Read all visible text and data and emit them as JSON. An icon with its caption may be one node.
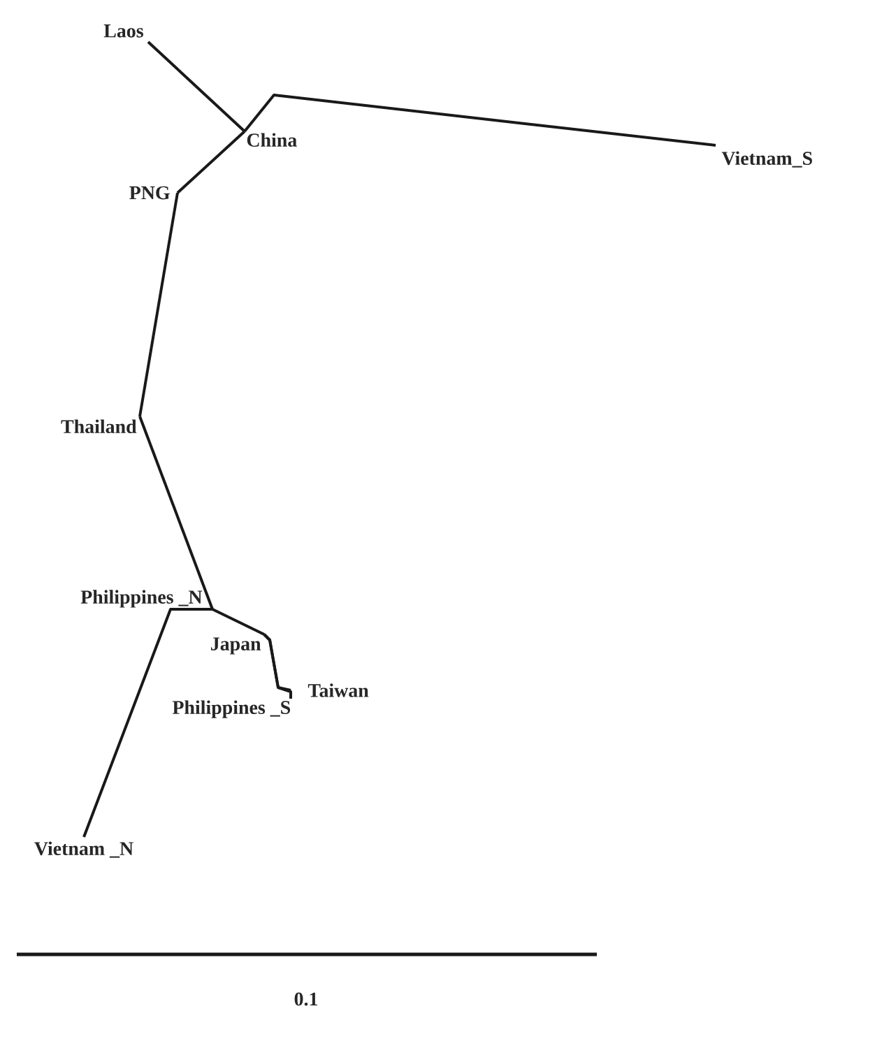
{
  "diagram": {
    "nodes": [
      {
        "text": [
          "Laos"
        ]
      },
      {
        "text": [
          "China"
        ]
      },
      {
        "text": [
          "Vietnam_S"
        ]
      },
      {
        "text": [
          "PNG"
        ]
      },
      {
        "text": [
          "Thailand"
        ]
      },
      {
        "text": [
          "Philippines _N"
        ]
      },
      {
        "text": [
          "Japan"
        ]
      },
      {
        "text": [
          "Taiwan"
        ]
      },
      {
        "text": [
          "Philippines _S"
        ]
      },
      {
        "text": [
          "Vietnam _N"
        ]
      }
    ],
    "edges": [
      {
        "from": 0,
        "to": 1,
        "arrow": "none"
      },
      {
        "from": 1,
        "to": 2,
        "arrow": "none"
      },
      {
        "from": 1,
        "to": 3,
        "arrow": "none"
      },
      {
        "from": 3,
        "to": 4,
        "arrow": "none"
      },
      {
        "from": 4,
        "to": 5,
        "arrow": "none"
      },
      {
        "from": 5,
        "to": 9,
        "arrow": "none"
      },
      {
        "from": 5,
        "to": 6,
        "arrow": "none"
      },
      {
        "from": 6,
        "to": 7,
        "arrow": "none"
      },
      {
        "from": 6,
        "to": 8,
        "arrow": "none"
      }
    ],
    "labels": [
      "0.1"
    ]
  }
}
